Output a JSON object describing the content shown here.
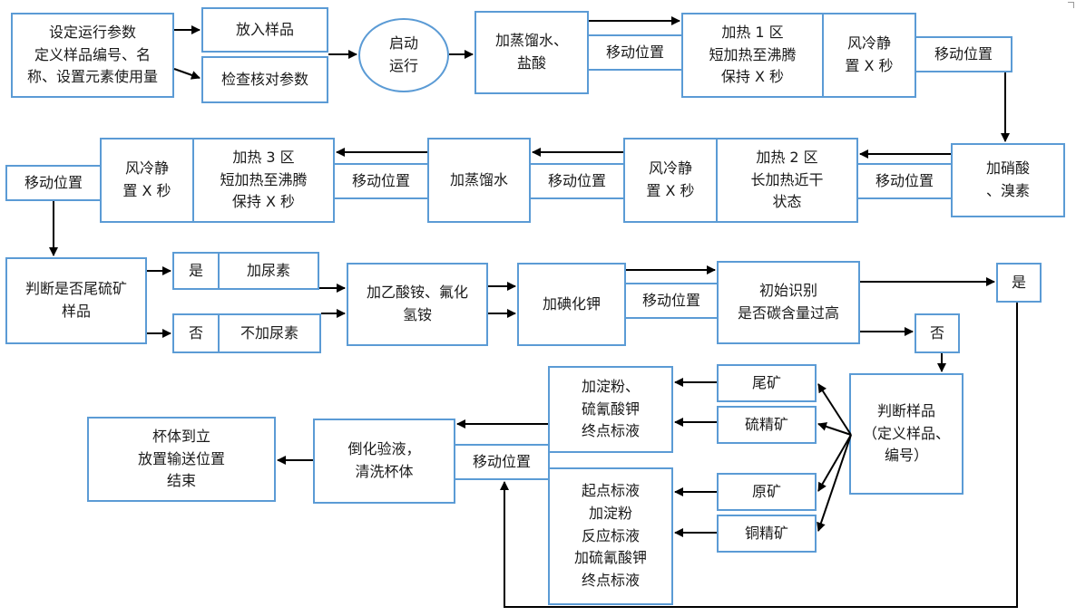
{
  "nodes": {
    "setup_params": "设定运行参数\n定义样品编号、名\n称、设置元素使用量",
    "put_sample": "放入样品",
    "check_params": "检查核对参数",
    "start_run": "启动\n运行",
    "add_water_hcl": "加蒸馏水、\n盐酸",
    "move_1": "移动位置",
    "heat_zone1": "加热 1 区\n短加热至沸腾\n保持 X 秒",
    "air_cool_1": "风冷静\n置 X 秒",
    "move_2": "移动位置",
    "add_nitric_bromine": "加硝酸\n、溴素",
    "move_3": "移动位置",
    "heat_zone2": "加热 2 区\n长加热近干\n状态",
    "air_cool_2": "风冷静\n置 X 秒",
    "move_4": "移动位置",
    "add_water": "加蒸馏水",
    "move_5": "移动位置",
    "heat_zone3": "加热 3 区\n短加热至沸腾\n保持 X 秒",
    "air_cool_3": "风冷静\n置 X 秒",
    "move_6": "移动位置",
    "judge_tailing": "判断是否尾硫矿\n样品",
    "yes_1": "是",
    "add_urea": "加尿素",
    "no_1": "否",
    "no_urea": "不加尿素",
    "add_ammonium": "加乙酸铵、氟化\n氢铵",
    "add_ki": "加碘化钾",
    "move_7": "移动位置",
    "initial_identify": "初始识别\n是否碳含量过高",
    "yes_2": "是",
    "no_2": "否",
    "judge_sample": "判断样品\n（定义样品、\n编号）",
    "tailing": "尾矿",
    "sulfur_conc": "硫精矿",
    "raw_ore": "原矿",
    "copper_conc": "铜精矿",
    "starch_thio": "加淀粉、\n硫氰酸钾\n终点标液",
    "titration_steps": "起点标液\n加淀粉\n反应标液\n加硫氰酸钾\n终点标液",
    "move_8": "移动位置",
    "pour_clean": "倒化验液，\n清洗杯体",
    "finish": "杯体到立\n放置输送位置\n结束"
  },
  "colors": {
    "box_border": "#5b9bd5",
    "arrow": "#000000"
  }
}
